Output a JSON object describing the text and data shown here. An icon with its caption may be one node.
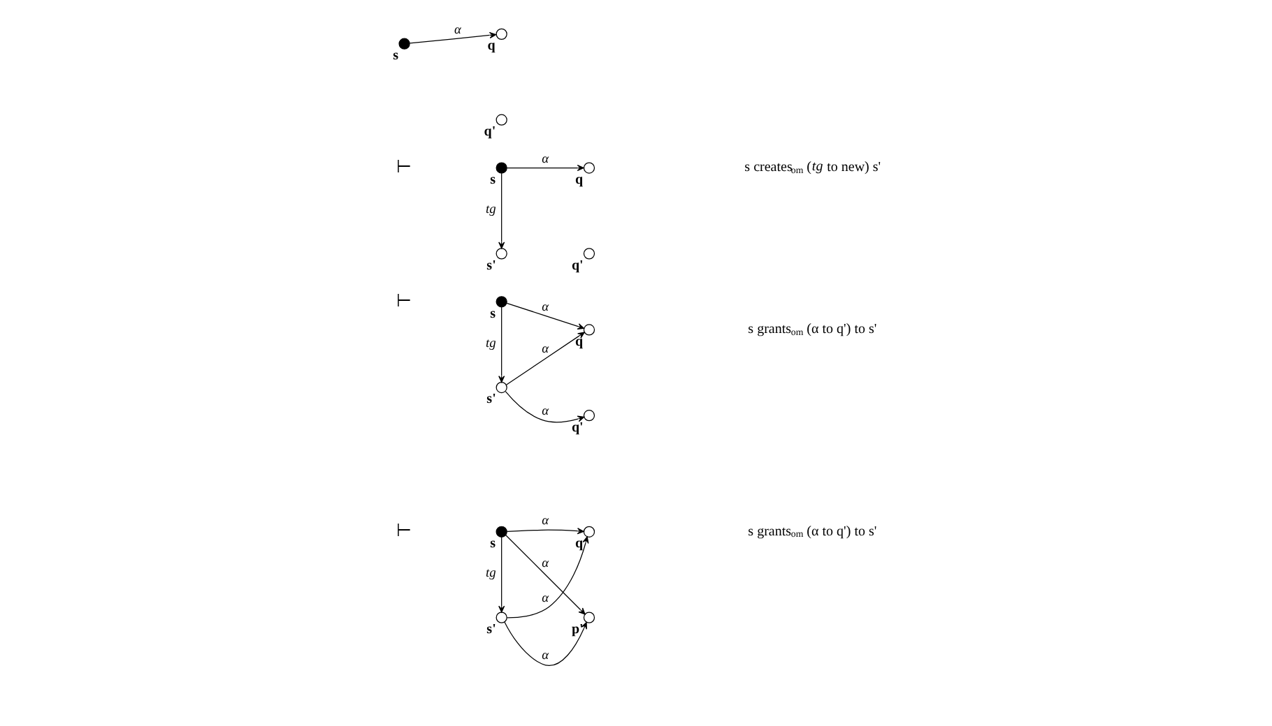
{
  "diagram": {
    "nodes": [
      {
        "text": [],
        "shape": "dot",
        "beside": [
          "s"
        ]
      },
      {
        "text": [],
        "shape": "circle",
        "beside": [
          "q"
        ]
      },
      {
        "text": [],
        "shape": "circle",
        "beside": [
          "q'"
        ]
      },
      {
        "text": [],
        "shape": "dot",
        "beside": [
          "s"
        ]
      },
      {
        "text": [],
        "shape": "circle",
        "beside": [
          "q"
        ]
      },
      {
        "text": [],
        "shape": "circle",
        "beside": [
          "s'"
        ]
      },
      {
        "text": [],
        "shape": "circle",
        "beside": [
          "q'"
        ]
      },
      {
        "text": [],
        "shape": "dot",
        "beside": [
          "s"
        ]
      },
      {
        "text": [],
        "shape": "circle",
        "beside": [
          "q"
        ]
      },
      {
        "text": [],
        "shape": "circle",
        "beside": [
          "s'"
        ]
      },
      {
        "text": [],
        "shape": "circle",
        "beside": [
          "q'"
        ]
      },
      {
        "text": [],
        "shape": "dot",
        "beside": [
          "s"
        ]
      },
      {
        "text": [],
        "shape": "circle",
        "beside": [
          "q"
        ]
      },
      {
        "text": [],
        "shape": "circle",
        "beside": [
          "s'"
        ]
      },
      {
        "text": [],
        "shape": "circle",
        "beside": [
          "p'"
        ]
      }
    ],
    "edges": [
      {
        "from": 0,
        "to": 1,
        "arrow": "to",
        "label": "α"
      },
      {
        "from": 3,
        "to": 4,
        "arrow": "to",
        "label": "α"
      },
      {
        "from": 3,
        "to": 5,
        "arrow": "to",
        "label": "tg"
      },
      {
        "from": 7,
        "to": 8,
        "arrow": "to",
        "label": "α"
      },
      {
        "from": 7,
        "to": 9,
        "arrow": "to",
        "label": "tg"
      },
      {
        "from": 9,
        "to": 8,
        "arrow": "to",
        "label": "α"
      },
      {
        "from": 9,
        "to": 10,
        "arrow": "to",
        "label": "α"
      },
      {
        "from": 11,
        "to": 12,
        "arrow": "to",
        "label": "α"
      },
      {
        "from": 11,
        "to": 13,
        "arrow": "to",
        "label": "tg"
      },
      {
        "from": 13,
        "to": 12,
        "arrow": "to",
        "label": "α"
      },
      {
        "from": 11,
        "to": 14,
        "arrow": "to",
        "label": "α"
      },
      {
        "from": 13,
        "to": 14,
        "arrow": "to",
        "label": "α"
      }
    ],
    "labels": [
      "⊢",
      "s creates$_{om}$ (*tg* to new) s'",
      "⊢",
      "s grants$_{om}$ (α to q') to s'",
      "⊢",
      "s grants$_{om}$ (α to q') to s'"
    ]
  }
}
